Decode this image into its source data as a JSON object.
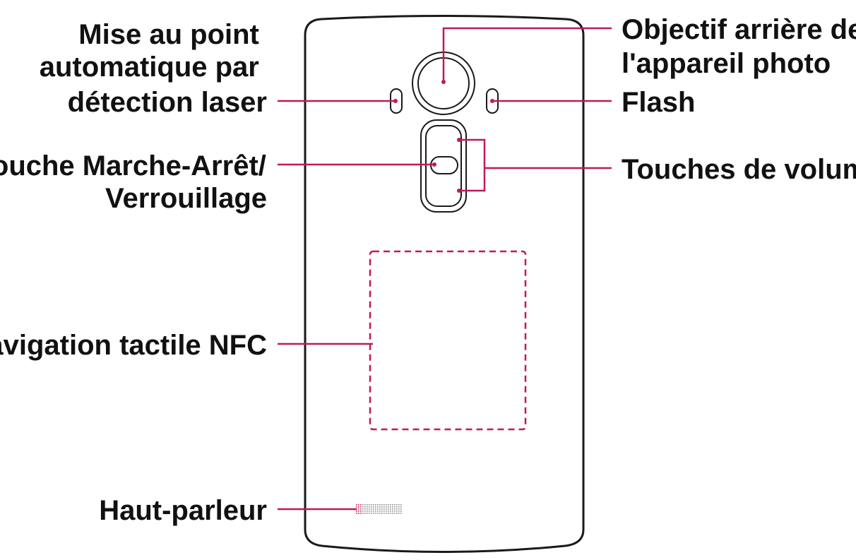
{
  "labels": {
    "laser_af": {
      "lines": [
        "Mise au point",
        "automatique par",
        "détection laser"
      ]
    },
    "power_lock": {
      "lines": [
        "Touche Marche-Arrêt/",
        "Verrouillage"
      ]
    },
    "nfc": {
      "lines": [
        "Navigation tactile NFC"
      ]
    },
    "speaker": {
      "lines": [
        "Haut-parleur"
      ]
    },
    "rear_camera": {
      "lines": [
        "Objectif arrière de",
        "l'appareil photo"
      ]
    },
    "flash": {
      "lines": [
        "Flash"
      ]
    },
    "volume": {
      "lines": [
        "Touches de volume"
      ]
    }
  },
  "colors": {
    "accent": "#c2185b",
    "outline": "#1a1a1a",
    "text": "#111111"
  }
}
